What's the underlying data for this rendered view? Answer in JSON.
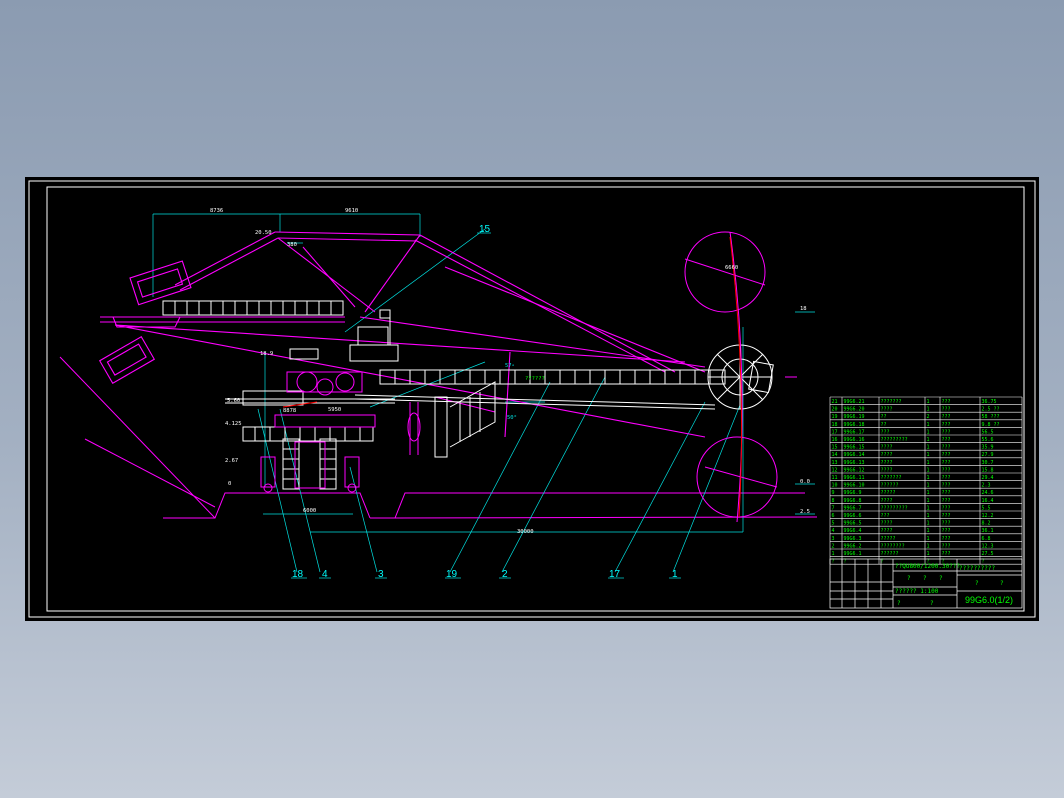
{
  "colors": {
    "background": "#8b9bb1",
    "sheet": "#000000",
    "frame": "#ffffff",
    "machine": "#ff00ff",
    "structure": "#ffffff",
    "dimension": "#00e0e0",
    "bom_text": "#00ff00",
    "accent": "#ff0000"
  },
  "dimensions": {
    "d1": "8736",
    "d2": "9610",
    "d3": "380",
    "d4": "8878",
    "d5": "5950",
    "d6": "6000",
    "d7": "30000",
    "d8": "57∘",
    "d9": "50°",
    "d10": "??????",
    "e1": "20.50",
    "e2": "18.9",
    "e3": "5.60",
    "e4": "4.125",
    "e5": "2.67",
    "e6": "0",
    "e7": "18",
    "e8": "0.0",
    "e9": "2.5",
    "e10": "6660"
  },
  "balloons": [
    "15",
    "18",
    "4",
    "3",
    "19",
    "2",
    "17",
    "1"
  ],
  "bom": {
    "rows": [
      [
        "21",
        "99G6.21",
        "???????",
        "1",
        "???",
        "36.75"
      ],
      [
        "20",
        "99G6.20",
        "????",
        "1",
        "???",
        "2.5 ??"
      ],
      [
        "19",
        "99G6.19",
        "??",
        "2",
        "???",
        "58 ???"
      ],
      [
        "18",
        "99G6.18",
        "??",
        "1",
        "???",
        "9.8 ??"
      ],
      [
        "17",
        "99G6.17",
        "???",
        "1",
        "???",
        "56.5"
      ],
      [
        "16",
        "99G6.16",
        "?????????",
        "1",
        "???",
        "55.6"
      ],
      [
        "15",
        "99G6.15",
        "????",
        "1",
        "???",
        "35.9"
      ],
      [
        "14",
        "99G6.14",
        "????",
        "1",
        "???",
        "27.9"
      ],
      [
        "13",
        "99G6.13",
        "????",
        "1",
        "???",
        "30.7"
      ],
      [
        "12",
        "99G6.12",
        "????",
        "1",
        "???",
        "15.8"
      ],
      [
        "11",
        "99G6.11",
        "???????",
        "1",
        "???",
        "29.4"
      ],
      [
        "10",
        "99G6.10",
        "??????",
        "1",
        "???",
        "2.3"
      ],
      [
        "9",
        "99G6.9",
        "?????",
        "1",
        "???",
        "24.6"
      ],
      [
        "8",
        "99G6.8",
        "????",
        "1",
        "???",
        "16.4"
      ],
      [
        "7",
        "99G6.7",
        "?????????",
        "1",
        "???",
        "5.5"
      ],
      [
        "6",
        "99G6.6",
        "???",
        "1",
        "???",
        "12.2"
      ],
      [
        "5",
        "99G6.5",
        "????",
        "1",
        "???",
        "8.2"
      ],
      [
        "4",
        "99G6.4",
        "????",
        "1",
        "???",
        "36.1"
      ],
      [
        "3",
        "99G6.3",
        "?????",
        "1",
        "???",
        "6.8"
      ],
      [
        "2",
        "99G6.2",
        "????????",
        "1",
        "???",
        "12.3"
      ],
      [
        "1",
        "99G6.1",
        "??????",
        "1",
        "???",
        "27.5"
      ]
    ],
    "header": [
      "?",
      "?",
      "?",
      "?",
      "?",
      "?"
    ]
  },
  "title_block": {
    "project": "??QU800/1200.30???",
    "project_right": "??????????",
    "marks": [
      "?",
      "?",
      "?"
    ],
    "marks2": [
      "?",
      "?"
    ],
    "scale_row": "?????? 1:100",
    "drawing_no": "99G6.0(1/2)",
    "sheet_a": "?",
    "sheet_b": "?"
  }
}
